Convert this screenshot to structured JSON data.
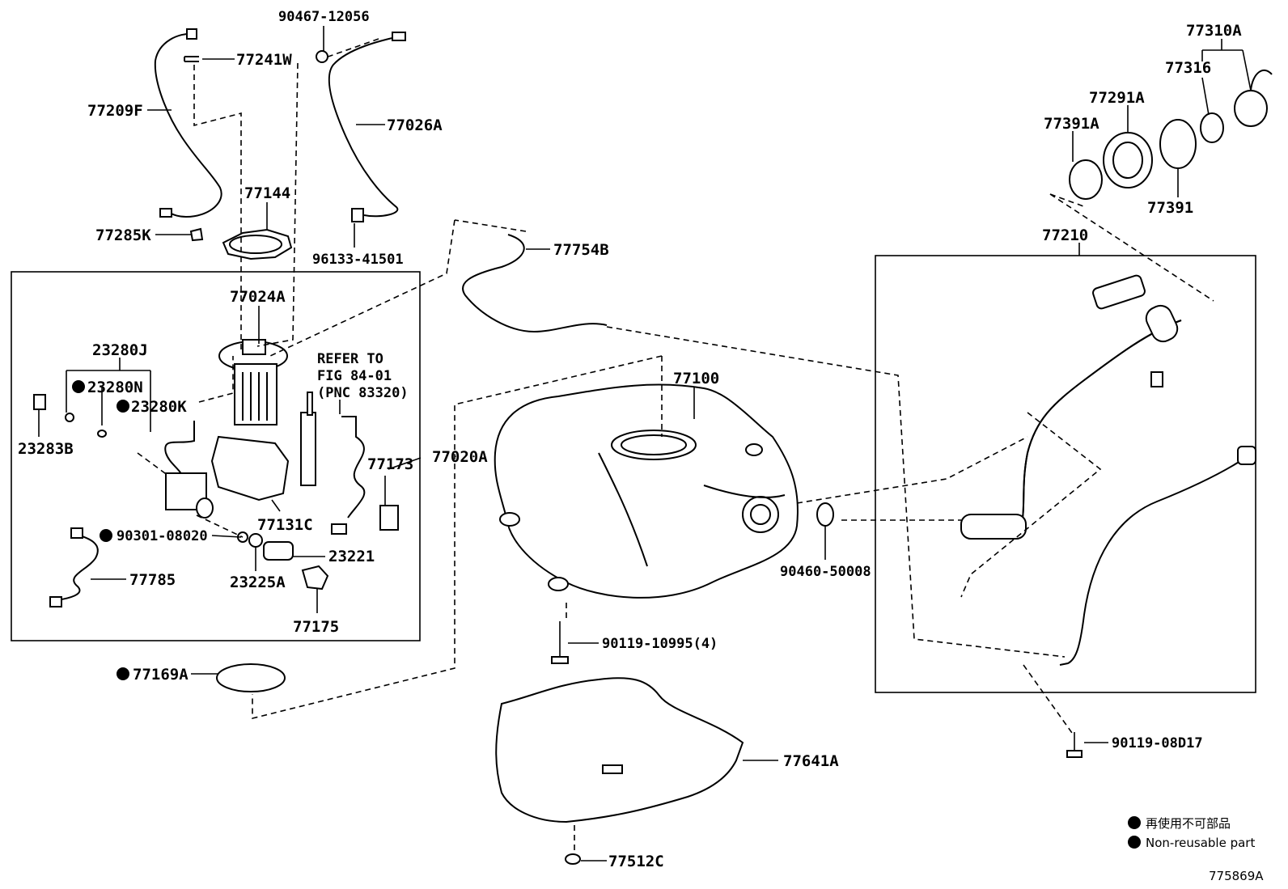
{
  "labels": {
    "p_90467_12056": "90467-12056",
    "p_77241W": "77241W",
    "p_77209F": "77209F",
    "p_77026A": "77026A",
    "p_77144": "77144",
    "p_77285K": "77285K",
    "p_96133_41501": "96133-41501",
    "p_77754B": "77754B",
    "p_77024A": "77024A",
    "p_23280J": "23280J",
    "p_23280N": "23280N",
    "p_23280K": "23280K",
    "p_23283B": "23283B",
    "p_refer_1": "REFER TO",
    "p_refer_2": "FIG 84-01",
    "p_refer_3": "(PNC 83320)",
    "p_77173": "77173",
    "p_77020A": "77020A",
    "p_77131C": "77131C",
    "p_90301_08020": "90301-08020",
    "p_23221": "23221",
    "p_77785": "77785",
    "p_23225A": "23225A",
    "p_77175": "77175",
    "p_77169A": "77169A",
    "p_77100": "77100",
    "p_90460_50008": "90460-50008",
    "p_90119_10995": "90119-10995(4)",
    "p_77641A": "77641A",
    "p_77512C": "77512C",
    "p_77310A": "77310A",
    "p_77316": "77316",
    "p_77291A": "77291A",
    "p_77391A": "77391A",
    "p_77391": "77391",
    "p_77210": "77210",
    "p_90119_08D17": "90119-08D17",
    "legend_jp": "再使用不可部品",
    "legend_en": "Non-reusable part",
    "figure_id": "775869A"
  }
}
